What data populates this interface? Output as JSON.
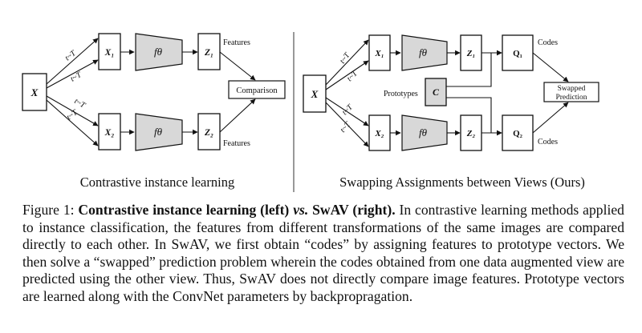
{
  "left": {
    "input": "X",
    "t1": "t~T",
    "t2": "t~T",
    "t3": "t~T",
    "t4": "t~T",
    "x1": "X₁",
    "x2": "X₂",
    "f1": "fθ",
    "f2": "fθ",
    "z1": "Z₁",
    "z2": "Z₂",
    "features_top": "Features",
    "features_bottom": "Features",
    "comparison": "Comparison",
    "subtitle": "Contrastive instance learning"
  },
  "right": {
    "input": "X",
    "t1": "t~T",
    "t2": "t~T",
    "t3": "t~T",
    "t4": "t~T",
    "x1": "X₁",
    "x2": "X₂",
    "f1": "fθ",
    "f2": "fθ",
    "z1": "Z₁",
    "z2": "Z₂",
    "prototypes": "Prototypes",
    "c": "C",
    "q1": "Q₁",
    "q2": "Q₂",
    "codes_top": "Codes",
    "codes_bottom": "Codes",
    "swapped_line1": "Swapped",
    "swapped_line2": "Prediction",
    "subtitle": "Swapping Assignments between Views (Ours)"
  },
  "caption": {
    "figure_label": "Figure 1:",
    "bold_part1": "Contrastive instance learning (left)",
    "bold_vs": "vs.",
    "bold_part2": "SwAV (right).",
    "text": "In contrastive learning methods applied to instance classification, the features from different transformations of the same images are compared directly to each other. In SwAV, we first obtain “codes” by assigning features to prototype vectors. We then solve a “swapped” prediction problem wherein the codes obtained from one data augmented view are predicted using the other view. Thus, SwAV does not directly compare image features. Prototype vectors are learned along with the ConvNet parameters by backpropragation."
  }
}
